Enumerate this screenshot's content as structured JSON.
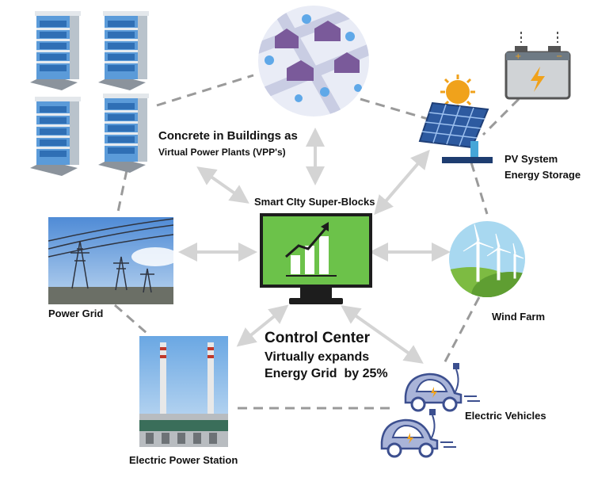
{
  "labels": {
    "vpp_line1": "Concrete in Buildings as",
    "vpp_line2": "Virtual Power Plants (VPP's)",
    "smart_city": "Smart CIty Super-Blocks",
    "pv_line1": "PV System",
    "pv_line2": "Energy Storage",
    "power_grid": "Power Grid",
    "wind_farm": "Wind Farm",
    "control_title": "Control Center",
    "control_line2": "Virtually expands",
    "control_line3": "Energy Grid  by 25%",
    "electric_vehicles": "Electric Vehicles",
    "power_station": "Electric Power Station"
  },
  "colors": {
    "monitor_green": "#6cc24a",
    "monitor_frame": "#1d1d1d",
    "dashed_link": "#9a9a9a",
    "arrow": "#d4d4d4",
    "building_glass": "#4a90d9",
    "vehicle_blue": "#3c4f8f",
    "battery_body": "#d0d3d6",
    "solar_panel": "#2d5aa0"
  },
  "icons": [
    "office-buildings-icon",
    "smart-city-icon",
    "solar-panel-icon",
    "battery-icon",
    "power-grid-photo",
    "monitor-chart-icon",
    "wind-farm-icon",
    "power-station-photo",
    "electric-vehicle-icon"
  ]
}
